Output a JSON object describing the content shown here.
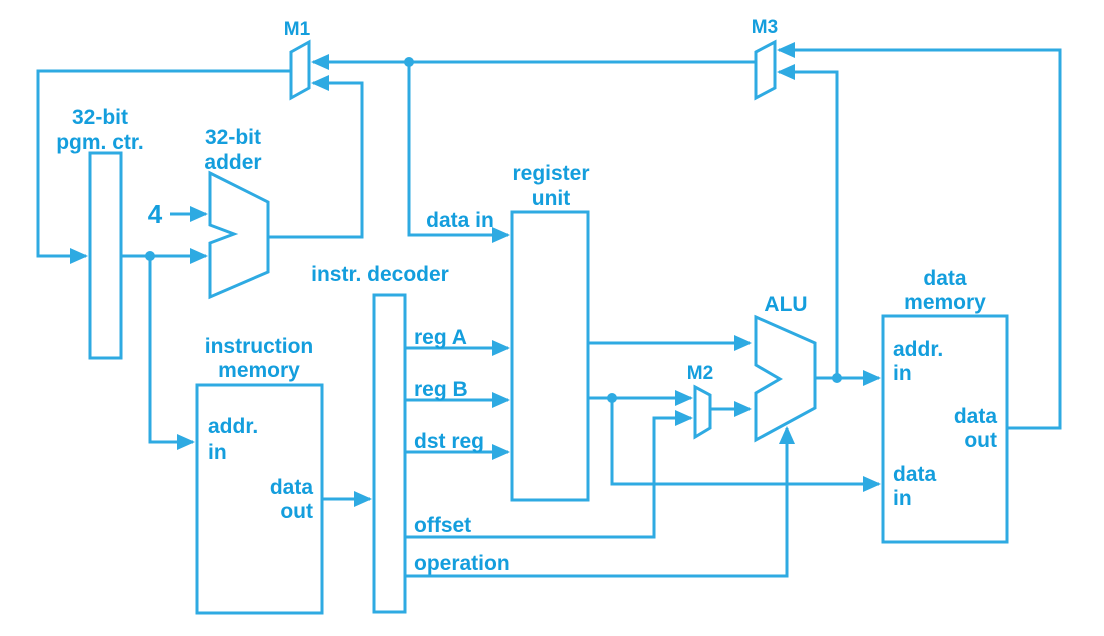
{
  "blocks": {
    "program_counter": {
      "label_line1": "32-bit",
      "label_line2": "pgm. ctr."
    },
    "adder": {
      "label_line1": "32-bit",
      "label_line2": "adder"
    },
    "instruction_memory": {
      "label_line1": "instruction",
      "label_line2": "memory",
      "addr_in_line1": "addr.",
      "addr_in_line2": "in",
      "data_out_line1": "data",
      "data_out_line2": "out"
    },
    "instruction_decoder": {
      "label": "instr. decoder"
    },
    "register_unit": {
      "label_line1": "register",
      "label_line2": "unit"
    },
    "alu": {
      "label": "ALU"
    },
    "data_memory": {
      "label_line1": "data",
      "label_line2": "memory",
      "addr_in_line1": "addr.",
      "addr_in_line2": "in",
      "data_out_line1": "data",
      "data_out_line2": "out",
      "data_in_line1": "data",
      "data_in_line2": "in"
    }
  },
  "muxes": {
    "m1": "M1",
    "m2": "M2",
    "m3": "M3"
  },
  "signals": {
    "pc_increment": "4",
    "data_in": "data in",
    "reg_a": "reg A",
    "reg_b": "reg B",
    "dst_reg": "dst reg",
    "offset": "offset",
    "operation": "operation"
  },
  "colors": {
    "line": "#2eaae2",
    "text": "#149edd",
    "background": "#ffffff"
  }
}
